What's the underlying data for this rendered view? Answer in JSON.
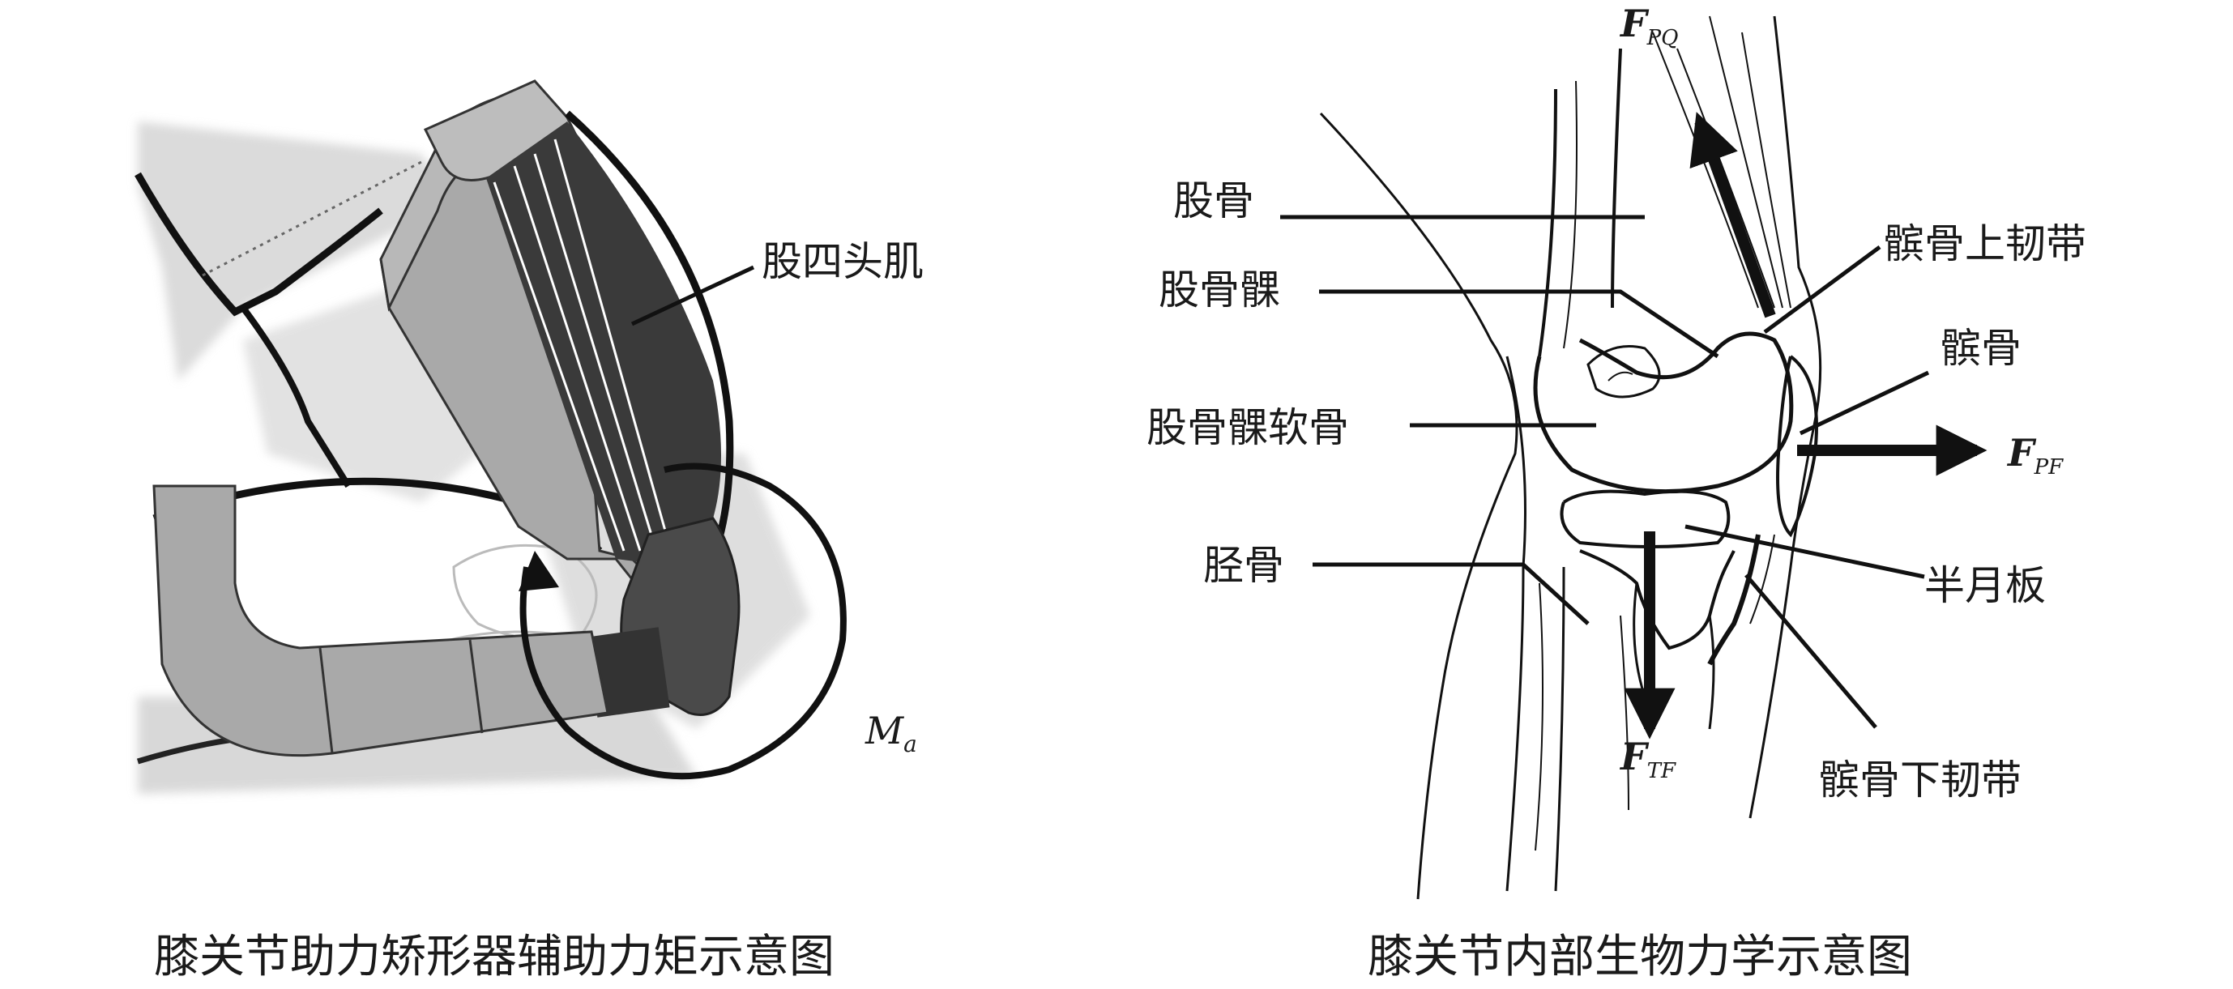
{
  "left_panel": {
    "caption": "膝关节助力矫形器辅助力矩示意图",
    "labels": {
      "quadriceps": "股四头肌"
    },
    "moment": {
      "symbol": "M",
      "subscript": "a"
    }
  },
  "right_panel": {
    "caption": "膝关节内部生物力学示意图",
    "labels": {
      "femur": "股骨",
      "femoral_condyle": "股骨髁",
      "condyle_cartilage": "股骨髁软骨",
      "tibia": "胫骨",
      "suprapatellar_ligament": "髌骨上韧带",
      "patella": "髌骨",
      "meniscus": "半月板",
      "patellar_ligament": "髌骨下韧带"
    },
    "forces": {
      "pq": {
        "symbol": "F",
        "subscript": "PQ"
      },
      "pf": {
        "symbol": "F",
        "subscript": "PF"
      },
      "tf": {
        "symbol": "F",
        "subscript": "TF"
      }
    }
  }
}
